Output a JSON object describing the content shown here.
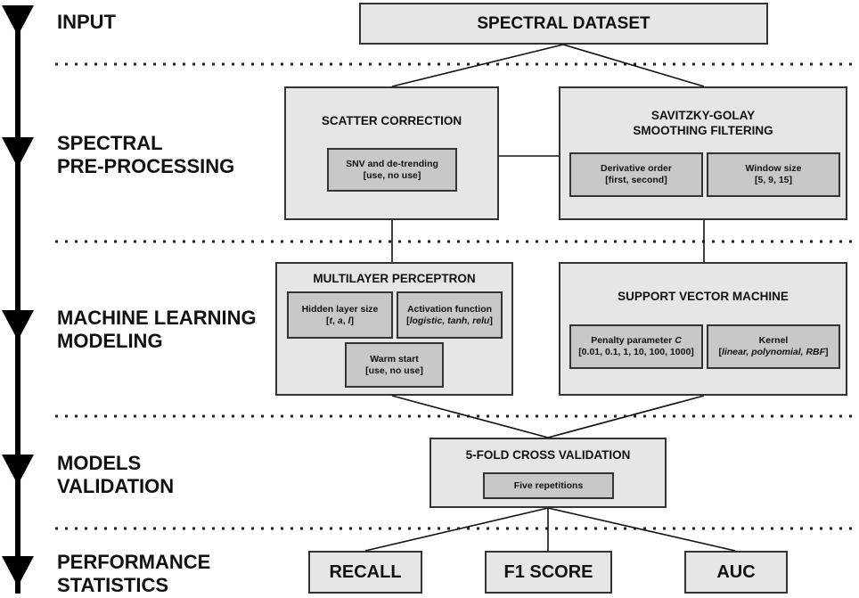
{
  "stages": [
    {
      "lines": [
        "INPUT"
      ]
    },
    {
      "lines": [
        "SPECTRAL",
        "PRE-PROCESSING"
      ]
    },
    {
      "lines": [
        "MACHINE LEARNING",
        "MODELING"
      ]
    },
    {
      "lines": [
        "MODELS",
        "VALIDATION"
      ]
    },
    {
      "lines": [
        "PERFORMANCE",
        "STATISTICS"
      ]
    }
  ],
  "input": {
    "title": "SPECTRAL DATASET"
  },
  "preprocessing": {
    "scatter": {
      "title": "SCATTER CORRECTION",
      "snv": {
        "line1": "SNV and de-trending",
        "line2": "[use, no use]"
      }
    },
    "savgol": {
      "title_line1": "SAVITZKY-GOLAY",
      "title_line2": "SMOOTHING FILTERING",
      "derivative": {
        "line1": "Derivative order",
        "line2": "[first, second]"
      },
      "window": {
        "line1": "Window size",
        "line2": "[5, 9, 15]"
      }
    }
  },
  "modeling": {
    "mlp": {
      "title": "MULTILAYER PERCEPTRON",
      "hidden": {
        "line1": "Hidden layer size",
        "line2_open": "[",
        "t": "t",
        "sep1": ", ",
        "a": "a",
        "sep2": ", ",
        "l": "l",
        "line2_close": "]"
      },
      "activation": {
        "line1": "Activation function",
        "line2_open": "[",
        "options": "logistic, tanh, relu",
        "line2_close": "]"
      },
      "warm": {
        "line1": "Warm start",
        "line2": "[use, no use]"
      }
    },
    "svm": {
      "title": "SUPPORT VECTOR MACHINE",
      "penalty": {
        "line1_text": "Penalty parameter ",
        "line1_italic": "C",
        "line2": "[0.01, 0.1, 1, 10, 100, 1000]"
      },
      "kernel": {
        "line1": "Kernel",
        "line2_open": "[",
        "options": "linear, polynomial, RBF",
        "line2_close": "]"
      }
    }
  },
  "validation": {
    "title": "5-FOLD CROSS VALIDATION",
    "repetitions": "Five repetitions"
  },
  "statistics": {
    "recall": "RECALL",
    "f1": "F1 SCORE",
    "auc": "AUC"
  }
}
